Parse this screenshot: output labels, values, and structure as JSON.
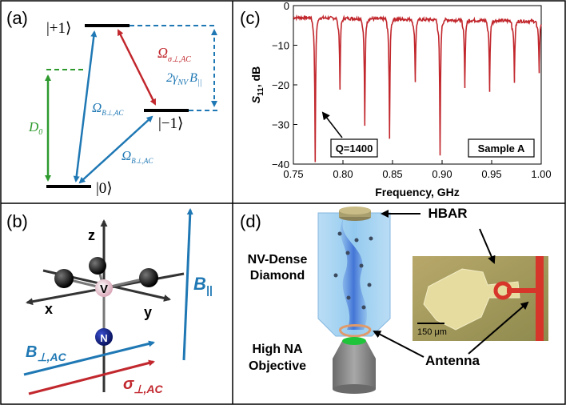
{
  "panels": {
    "a": {
      "tag": "(a)",
      "levels": {
        "plus1": "|+1⟩",
        "minus1": "|−1⟩",
        "zero": "|0⟩"
      },
      "labels": {
        "omega_sigma": "Ω",
        "omega_sigma_sub": "σ⊥,AC",
        "two_gamma": "2γ",
        "two_gamma_sub": "NV",
        "b_par": "B",
        "b_par_sub": "||",
        "d0": "D",
        "d0_sub": "0",
        "omega_b_upper": "Ω",
        "omega_b_upper_sub": "B⊥,AC",
        "omega_b_lower": "Ω",
        "omega_b_lower_sub": "B⊥,AC"
      },
      "colors": {
        "blue": "#1f78b4",
        "red": "#c1272d",
        "green": "#2e9a2e",
        "black": "#000000"
      }
    },
    "b": {
      "tag": "(b)",
      "axes": {
        "x": "x",
        "y": "y",
        "z": "z"
      },
      "atoms": {
        "vacancy": "V",
        "nitrogen": "N"
      },
      "b_perp": "B",
      "b_perp_sub": "⊥,AC",
      "sigma_perp": "σ",
      "sigma_perp_sub": "⊥,AC",
      "b_par": "B",
      "b_par_sub": "||"
    },
    "c": {
      "tag": "(c)",
      "q_label": "Q=1400",
      "sample_label": "Sample A"
    },
    "d": {
      "tag": "(d)",
      "hbar": "HBAR",
      "diamond_line1": "NV-Dense",
      "diamond_line2": "Diamond",
      "objective_line1": "High NA",
      "objective_line2": "Objective",
      "antenna": "Antenna",
      "scalebar": "150 μm"
    }
  },
  "chart_data": {
    "type": "line",
    "xlabel": "Frequency, GHz",
    "ylabel": "S11, dB",
    "ylabel_main": "S",
    "ylabel_sub": "11",
    "ylabel_rest": ", dB",
    "xlim": [
      0.75,
      1.0
    ],
    "ylim": [
      -40,
      0
    ],
    "xticks": [
      0.75,
      0.8,
      0.85,
      0.9,
      0.95,
      1.0
    ],
    "xtick_labels": [
      "0.75",
      "0.80",
      "0.85",
      "0.90",
      "0.95",
      "1.00"
    ],
    "yticks": [
      0,
      -10,
      -20,
      -30,
      -40
    ],
    "ytick_labels": [
      "0",
      "−10",
      "−20",
      "−30",
      "−40"
    ],
    "baseline": -3,
    "series": [
      {
        "color": "#c1272d",
        "dips": [
          {
            "f": 0.772,
            "depth": -38
          },
          {
            "f": 0.797,
            "depth": -19.5
          },
          {
            "f": 0.822,
            "depth": -29
          },
          {
            "f": 0.847,
            "depth": -32
          },
          {
            "f": 0.873,
            "depth": -17.5
          },
          {
            "f": 0.898,
            "depth": -36
          },
          {
            "f": 0.923,
            "depth": -19
          },
          {
            "f": 0.948,
            "depth": -20
          },
          {
            "f": 0.973,
            "depth": -17.5
          },
          {
            "f": 0.998,
            "depth": -15
          }
        ]
      }
    ]
  }
}
